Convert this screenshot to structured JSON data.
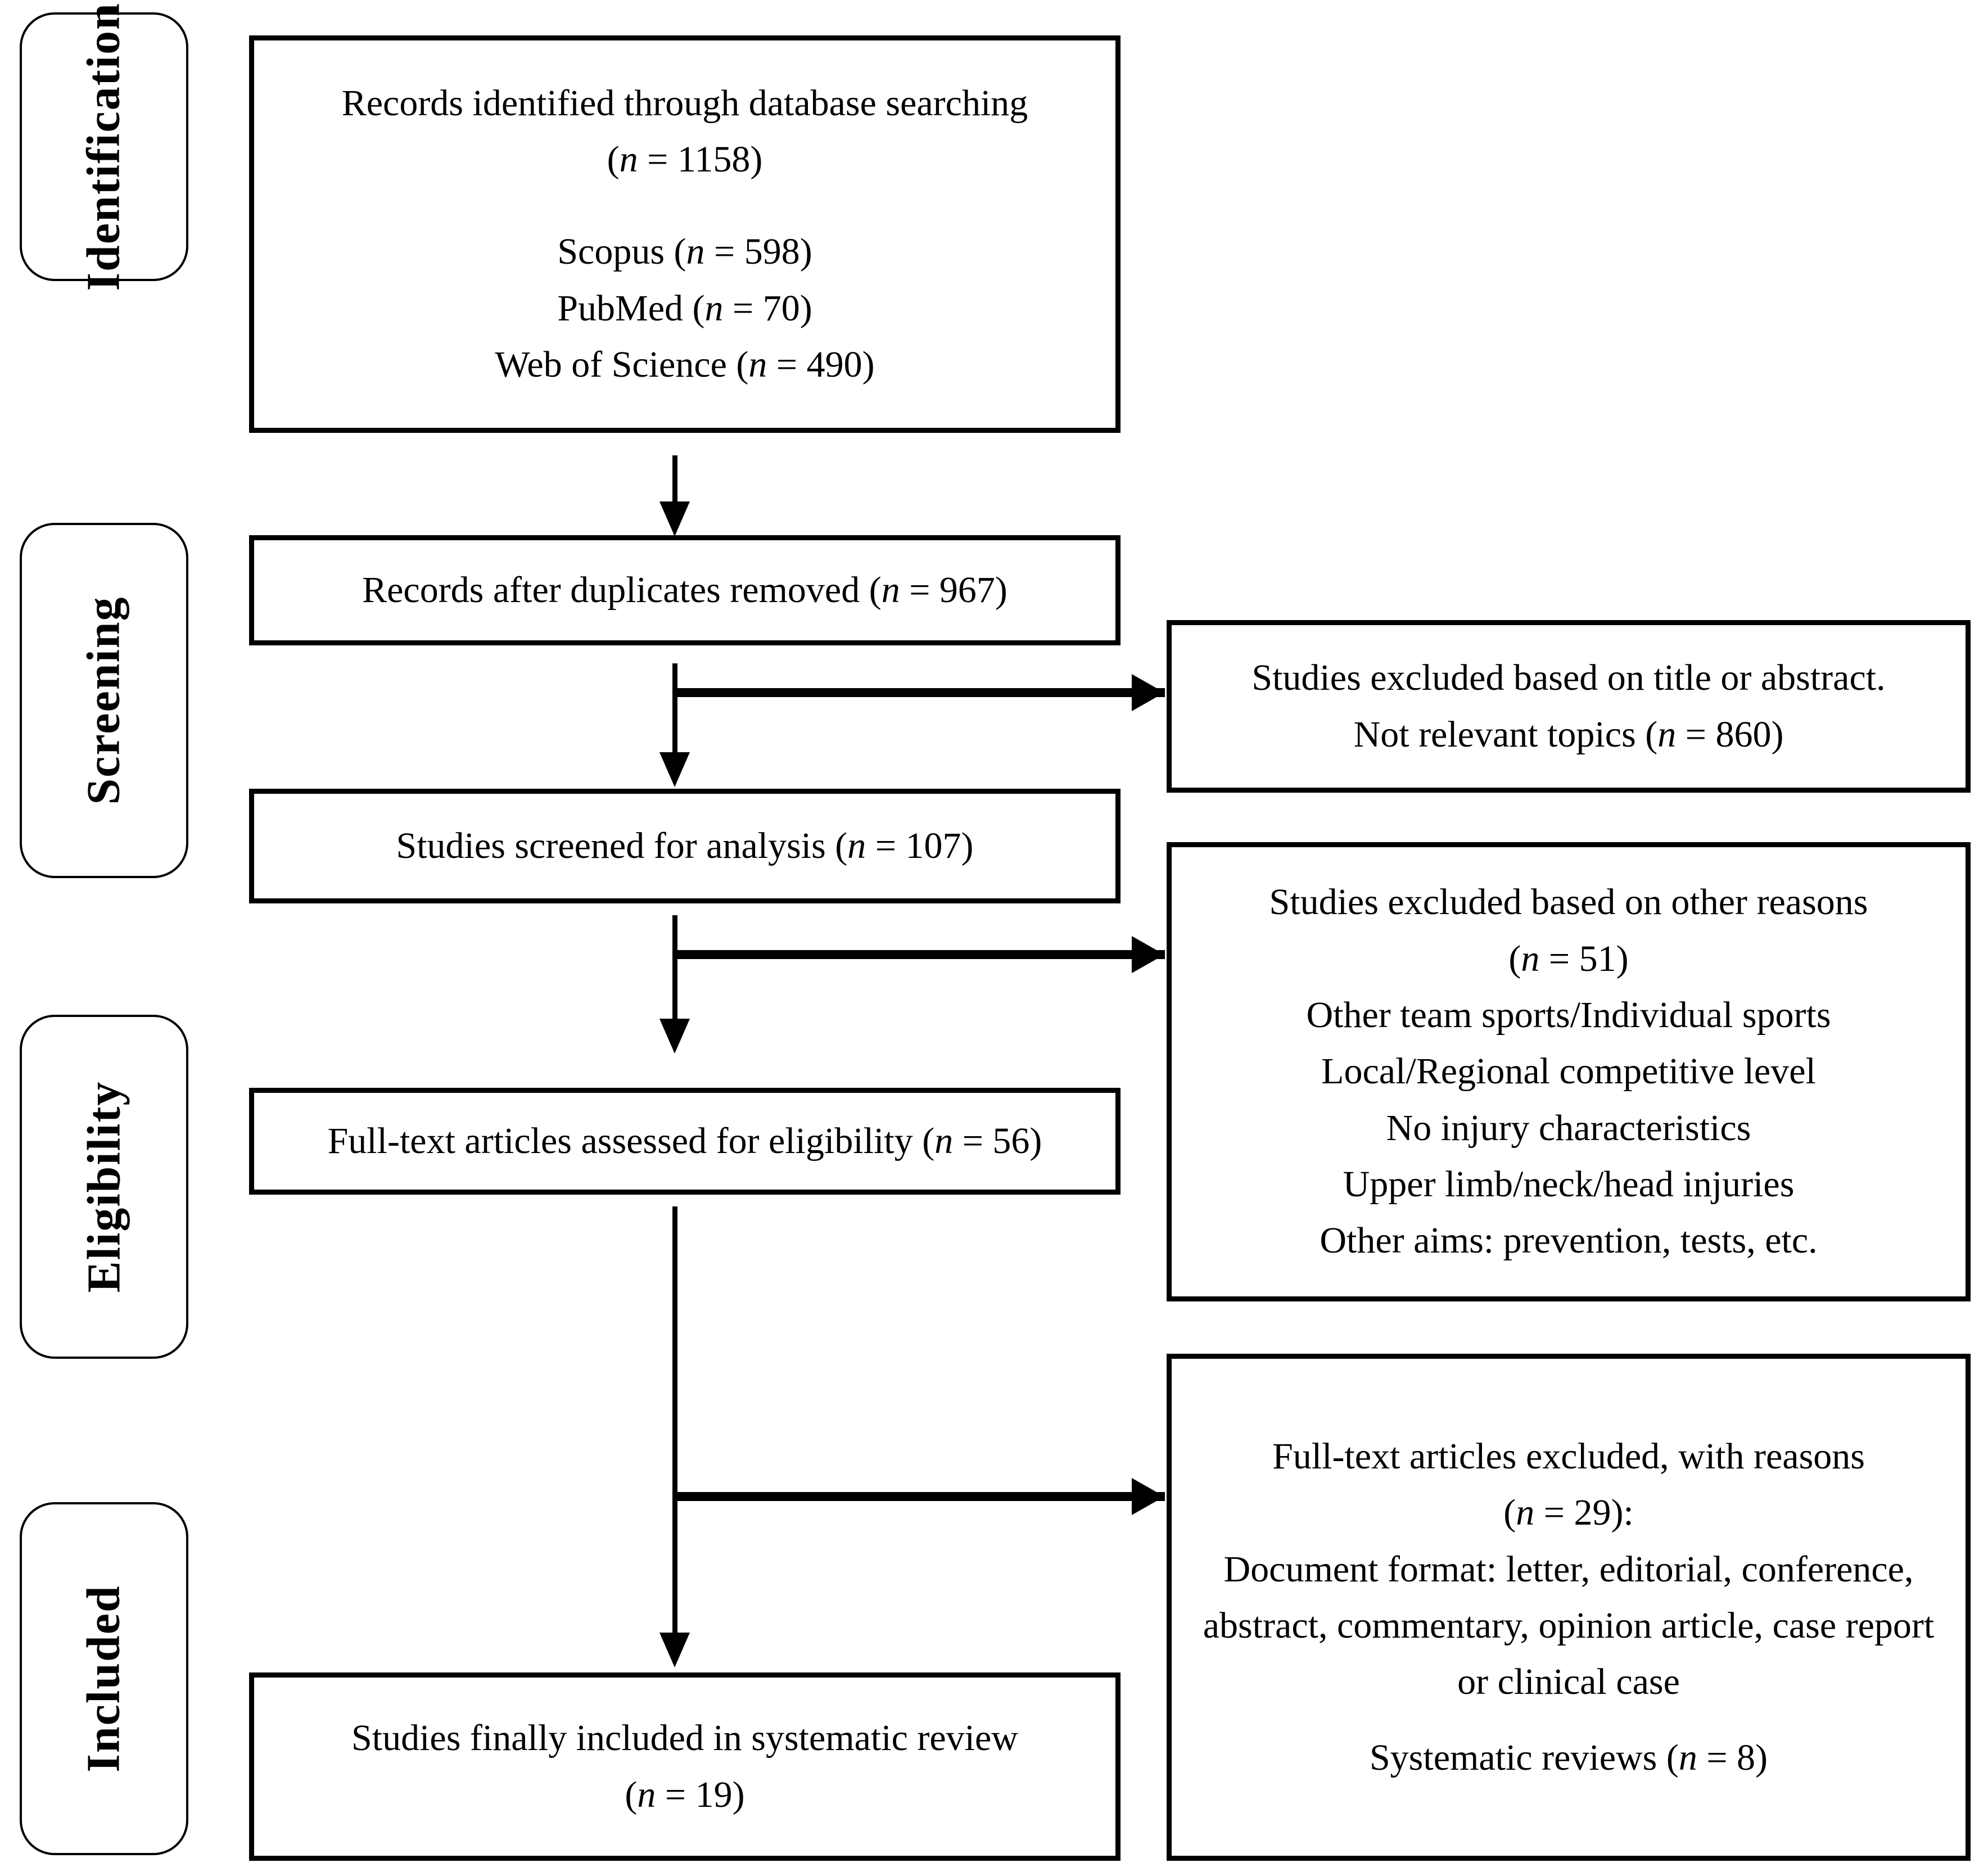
{
  "diagram": {
    "title": "PRISMA flow diagram",
    "stages": [
      {
        "id": "identification",
        "label": "Identification"
      },
      {
        "id": "screening",
        "label": "Screening"
      },
      {
        "id": "eligibility",
        "label": "Eligibility"
      },
      {
        "id": "included",
        "label": "Included"
      }
    ]
  },
  "boxes": {
    "identified": {
      "l1": "Records identified through database searching",
      "l2_pre": "(",
      "l2_n": "n",
      "l2_post": " = 1158)",
      "l3_pre": "Scopus (",
      "l3_n": "n",
      "l3_post": " = 598)",
      "l4_pre": "PubMed (",
      "l4_n": "n",
      "l4_post": " = 70)",
      "l5_pre": "Web of Science (",
      "l5_n": "n",
      "l5_post": " = 490)"
    },
    "duplicates": {
      "l1_pre": "Records after duplicates removed (",
      "l1_n": "n",
      "l1_post": " = 967)"
    },
    "screened": {
      "l1_pre": "Studies screened for analysis (",
      "l1_n": "n",
      "l1_post": " = 107)"
    },
    "fulltext": {
      "l1_pre": "Full-text articles assessed for eligibility (",
      "l1_n": "n",
      "l1_post": " = 56)"
    },
    "included": {
      "l1": "Studies finally included in systematic review",
      "l2_pre": "(",
      "l2_n": "n",
      "l2_post": " = 19)"
    }
  },
  "exclusions": {
    "title_abstract": {
      "l1": "Studies excluded based on title or abstract.",
      "l2_pre": "Not relevant topics (",
      "l2_n": "n",
      "l2_post": " = 860)"
    },
    "other_reasons": {
      "l1": "Studies excluded based on other reasons",
      "l2_pre": "(",
      "l2_n": "n",
      "l2_post": " = 51)",
      "l3": "Other team sports/Individual sports",
      "l4": "Local/Regional competitive level",
      "l5": "No injury characteristics",
      "l6": "Upper limb/neck/head injuries",
      "l7": "Other aims: prevention, tests, etc."
    },
    "fulltext_excluded": {
      "l1": "Full-text articles excluded, with reasons",
      "l2_pre": "(",
      "l2_n": "n",
      "l2_post": " = 29):",
      "l3": "Document format: letter, editorial, conference, abstract, commentary, opinion article, case report or clinical case",
      "l4_pre": "Systematic reviews (",
      "l4_n": "n",
      "l4_post": " = 8)"
    }
  },
  "chart_data": {
    "type": "diagram",
    "title": "PRISMA flow diagram",
    "nodes": [
      {
        "stage": "Identification",
        "label": "Records identified through database searching",
        "n": 1158,
        "sources": [
          {
            "name": "Scopus",
            "n": 598
          },
          {
            "name": "PubMed",
            "n": 70
          },
          {
            "name": "Web of Science",
            "n": 490
          }
        ]
      },
      {
        "stage": "Screening",
        "label": "Records after duplicates removed",
        "n": 967
      },
      {
        "stage": "Screening",
        "label": "Studies screened for analysis",
        "n": 107
      },
      {
        "stage": "Eligibility",
        "label": "Full-text articles assessed for eligibility",
        "n": 56
      },
      {
        "stage": "Included",
        "label": "Studies finally included in systematic review",
        "n": 19
      }
    ],
    "exclusions": [
      {
        "label": "Studies excluded based on title or abstract. Not relevant topics",
        "n": 860
      },
      {
        "label": "Studies excluded based on other reasons",
        "n": 51,
        "reasons": [
          "Other team sports/Individual sports",
          "Local/Regional competitive level",
          "No injury characteristics",
          "Upper limb/neck/head injuries",
          "Other aims: prevention, tests, etc."
        ]
      },
      {
        "label": "Full-text articles excluded, with reasons",
        "n": 29,
        "reasons": [
          "Document format: letter, editorial, conference, abstract, commentary, opinion article, case report or clinical case",
          "Systematic reviews (n = 8)"
        ]
      }
    ],
    "colors": {
      "stroke": "#000000",
      "fill": "#ffffff"
    }
  }
}
